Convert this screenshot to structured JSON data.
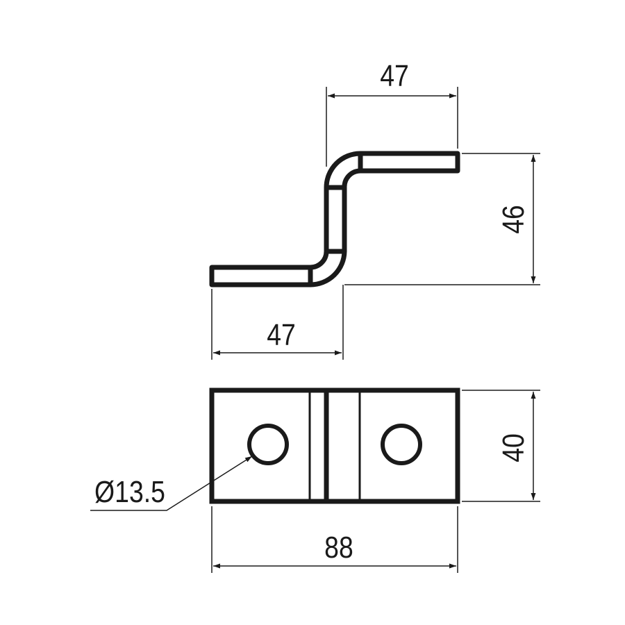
{
  "drawing": {
    "side_view": {
      "top_width": "47",
      "height": "46",
      "bottom_width": "47"
    },
    "top_view": {
      "width": "40",
      "length": "88",
      "hole_diameter": "Ø13.5"
    },
    "colors": {
      "line": "#1a1a1a",
      "background": "#ffffff"
    }
  }
}
